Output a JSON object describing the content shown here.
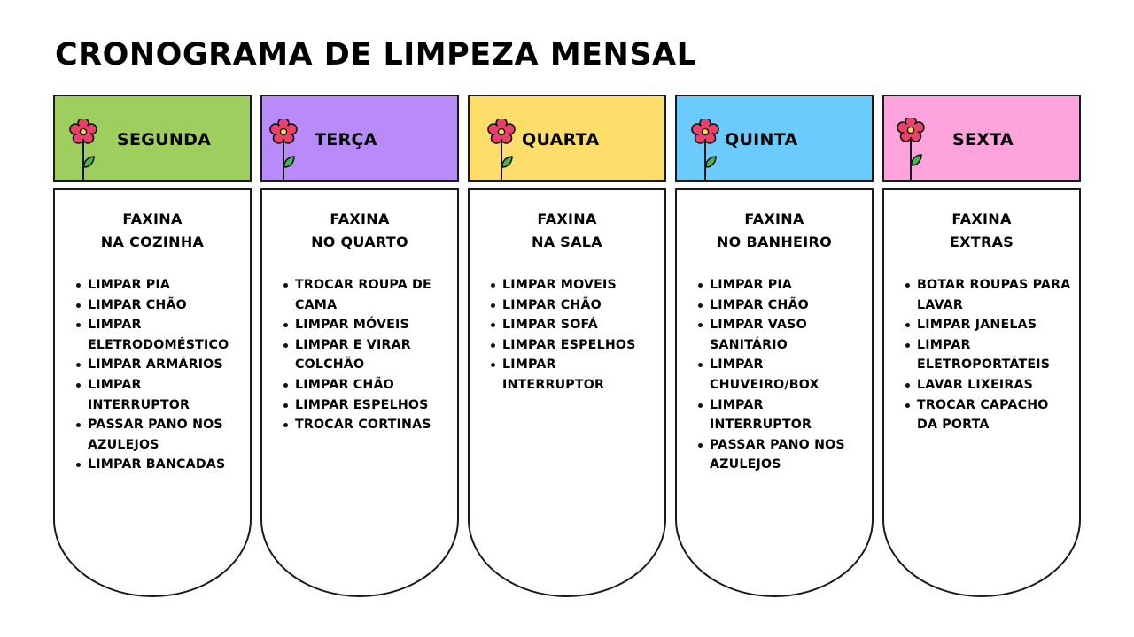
{
  "title": "CRONOGRAMA DE LIMPEZA MENSAL",
  "icon": "flower-icon",
  "colors": {
    "segunda": "#9ECF5E",
    "terca": "#B98BFA",
    "quarta": "#FFDD6B",
    "quinta": "#6CCBFD",
    "sexta": "#FFA3DC",
    "flower_petal": "#E8416A",
    "flower_center": "#FFD85A",
    "leaf": "#4CAF50",
    "border": "#1a1a1a"
  },
  "days": [
    {
      "name": "SEGUNDA",
      "subtitle_line1": "FAXINA",
      "subtitle_line2": "NA COZINHA",
      "tasks": [
        "LIMPAR PIA",
        "LIMPAR CHÃO",
        "LIMPAR ELETRODOMÉSTICO",
        "LIMPAR ARMÁRIOS",
        "LIMPAR INTERRUPTOR",
        "PASSAR PANO NOS AZULEJOS",
        "LIMPAR BANCADAS"
      ]
    },
    {
      "name": "TERÇA",
      "subtitle_line1": "FAXINA",
      "subtitle_line2": "NO QUARTO",
      "tasks": [
        "TROCAR ROUPA DE CAMA",
        "LIMPAR MÓVEIS",
        "LIMPAR E VIRAR COLCHÃO",
        "LIMPAR CHÃO",
        "LIMPAR ESPELHOS",
        "TROCAR CORTINAS"
      ]
    },
    {
      "name": "QUARTA",
      "subtitle_line1": "FAXINA",
      "subtitle_line2": "NA SALA",
      "tasks": [
        "LIMPAR MOVEIS",
        "LIMPAR CHÃO",
        "LIMPAR SOFÁ",
        "LIMPAR ESPELHOS",
        "LIMPAR INTERRUPTOR"
      ]
    },
    {
      "name": "QUINTA",
      "subtitle_line1": "FAXINA",
      "subtitle_line2": "NO BANHEIRO",
      "tasks": [
        "LIMPAR PIA",
        "LIMPAR CHÃO",
        "LIMPAR VASO SANITÁRIO",
        "LIMPAR CHUVEIRO/BOX",
        "LIMPAR INTERRUPTOR",
        "PASSAR PANO NOS AZULEJOS"
      ]
    },
    {
      "name": "SEXTA",
      "subtitle_line1": "FAXINA",
      "subtitle_line2": "EXTRAS",
      "tasks": [
        "BOTAR ROUPAS PARA LAVAR",
        "LIMPAR JANELAS",
        "LIMPAR ELETROPORTÁTEIS",
        "LAVAR LIXEIRAS",
        "TROCAR CAPACHO DA PORTA"
      ]
    }
  ]
}
